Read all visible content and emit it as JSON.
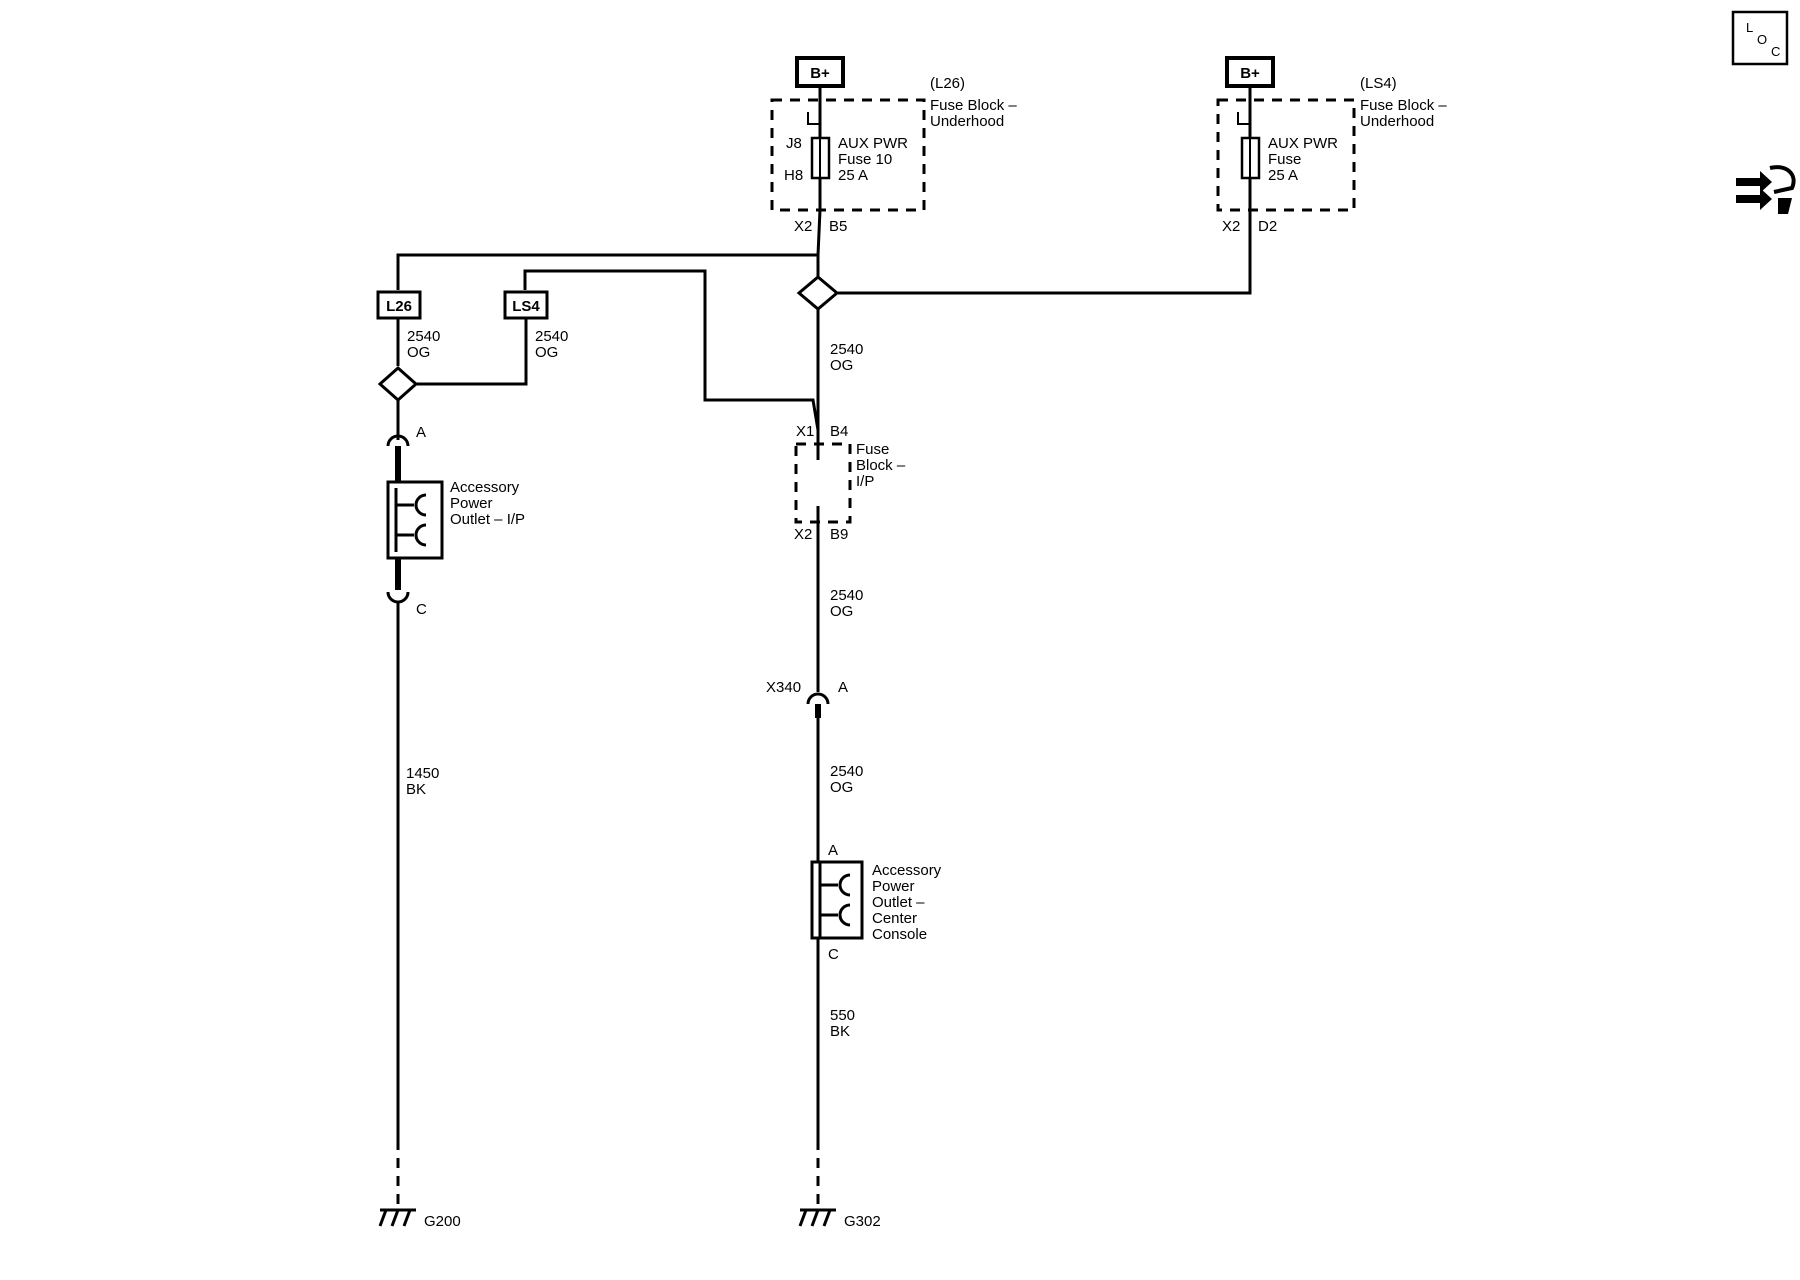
{
  "power_sources": {
    "left_bplus": "B+",
    "right_bplus": "B+"
  },
  "fuse_block_underhood_l26": {
    "variant": "(L26)",
    "name_line1": "Fuse Block –",
    "name_line2": "Underhood",
    "pin_top": "J8",
    "pin_bottom": "H8",
    "fuse_line1": "AUX PWR",
    "fuse_line2": "Fuse 10",
    "fuse_line3": "25 A",
    "connector": "X2",
    "pin_out": "B5"
  },
  "fuse_block_underhood_ls4": {
    "variant": "(LS4)",
    "name_line1": "Fuse Block –",
    "name_line2": "Underhood",
    "fuse_line1": "AUX PWR",
    "fuse_line2": "Fuse",
    "fuse_line3": "25 A",
    "connector": "X2",
    "pin_out": "D2"
  },
  "option_tags": {
    "l26": "L26",
    "ls4": "LS4"
  },
  "wires": {
    "l26_branch": {
      "circuit": "2540",
      "color": "OG"
    },
    "ls4_branch": {
      "circuit": "2540",
      "color": "OG"
    },
    "main_feed": {
      "circuit": "2540",
      "color": "OG"
    },
    "after_ip_block": {
      "circuit": "2540",
      "color": "OG"
    },
    "after_x340": {
      "circuit": "2540",
      "color": "OG"
    },
    "ip_ground": {
      "circuit": "1450",
      "color": "BK"
    },
    "console_ground": {
      "circuit": "550",
      "color": "BK"
    }
  },
  "fuse_block_ip": {
    "name_line1": "Fuse",
    "name_line2": "Block –",
    "name_line3": "I/P",
    "connector_in": "X1",
    "pin_in": "B4",
    "connector_out": "X2",
    "pin_out": "B9"
  },
  "inline_connector": {
    "name": "X340",
    "pin": "A"
  },
  "outlet_ip": {
    "name_line1": "Accessory",
    "name_line2": "Power",
    "name_line3": "Outlet – I/P",
    "pin_top": "A",
    "pin_bottom": "C"
  },
  "outlet_console": {
    "name_line1": "Accessory",
    "name_line2": "Power",
    "name_line3": "Outlet –",
    "name_line4": "Center",
    "name_line5": "Console",
    "pin_top": "A",
    "pin_bottom": "C"
  },
  "grounds": {
    "left": "G200",
    "right": "G302"
  },
  "corner_icons": {
    "loc_l": "L",
    "loc_o": "O",
    "loc_c": "C",
    "loc_icon": "location-icon",
    "service_icon": "service-info-icon"
  }
}
